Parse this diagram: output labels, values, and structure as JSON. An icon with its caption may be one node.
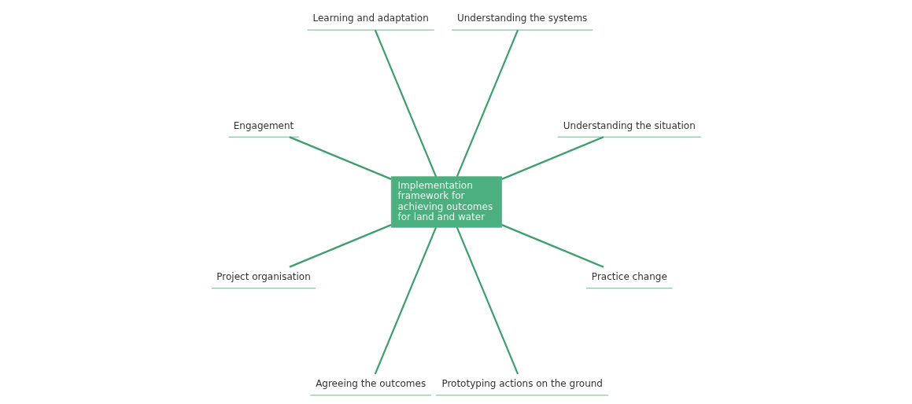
{
  "diagram": {
    "nodes": [
      {
        "text": [
          "Implementation framework for achieving outcomes for land and water"
        ]
      },
      {
        "text": [
          "Understanding the situation"
        ]
      },
      {
        "text": [
          "Understanding the systems"
        ]
      },
      {
        "text": [
          "Learning and adaptation"
        ]
      },
      {
        "text": [
          "Engagement"
        ]
      },
      {
        "text": [
          "Project organisation"
        ]
      },
      {
        "text": [
          "Agreeing the outcomes"
        ]
      },
      {
        "text": [
          "Prototyping actions on the ground"
        ]
      },
      {
        "text": [
          "Practice change"
        ]
      }
    ],
    "edges": [
      {
        "from": 0,
        "to": 1,
        "arrow": "none"
      },
      {
        "from": 0,
        "to": 2,
        "arrow": "none"
      },
      {
        "from": 0,
        "to": 3,
        "arrow": "none"
      },
      {
        "from": 0,
        "to": 4,
        "arrow": "none"
      },
      {
        "from": 0,
        "to": 5,
        "arrow": "none"
      },
      {
        "from": 0,
        "to": 6,
        "arrow": "none"
      },
      {
        "from": 0,
        "to": 7,
        "arrow": "none"
      },
      {
        "from": 0,
        "to": 8,
        "arrow": "none"
      }
    ]
  }
}
